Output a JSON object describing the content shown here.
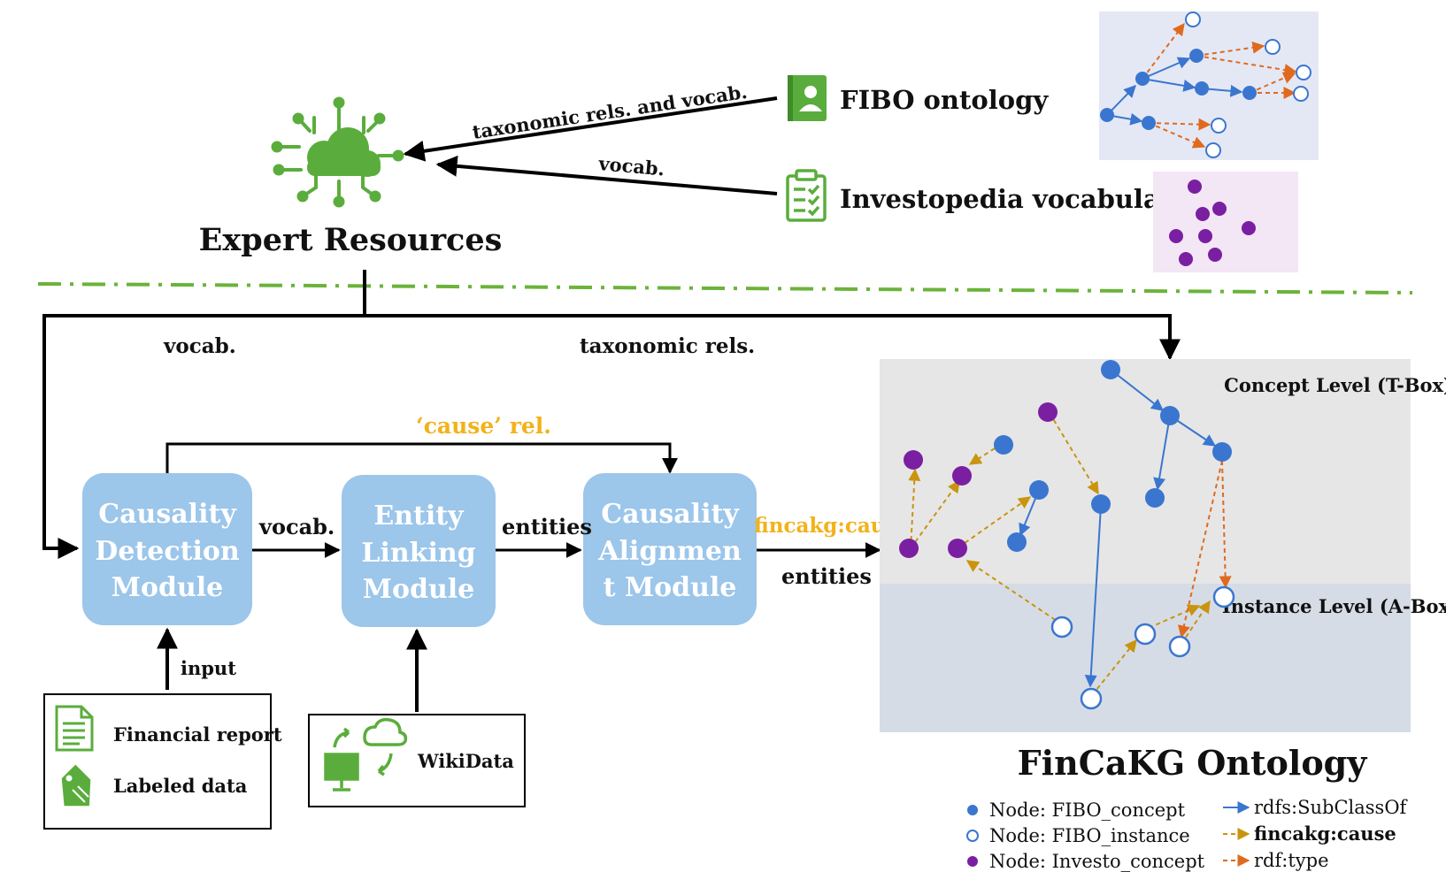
{
  "expert": {
    "title": "Expert Resources",
    "fibo_label": "FIBO ontology",
    "investo_label": "Investopedia vocabulary",
    "edge_taxonomic_vocab": "taxonomic rels. and vocab.",
    "edge_vocab": "vocab."
  },
  "flow": {
    "vocab_left": "vocab.",
    "taxonomic_right": "taxonomic rels.",
    "cause_rel": "‘cause’ rel.",
    "vocab_mid": "vocab.",
    "entities_mid": "entities",
    "fincakg_cause": "fincakg:cause",
    "entities_out": "entities",
    "input": "input"
  },
  "modules": {
    "causality_detection": [
      "Causality",
      "Detection",
      "Module"
    ],
    "entity_linking": [
      "Entity",
      "Linking",
      "Module"
    ],
    "causality_alignment": [
      "Causality",
      "Alignmen",
      "t Module"
    ]
  },
  "inputs": {
    "financial_report": "Financial report",
    "labeled_data": "Labeled data",
    "wikidata": "WikiData"
  },
  "ontology": {
    "title": "FinCaKG Ontology",
    "concept_level": "Concept Level (T-Box)",
    "instance_level": "Instance Level (A-Box)"
  },
  "legend": {
    "fibo_concept": "Node: FIBO_concept",
    "fibo_instance": "Node: FIBO_instance",
    "investo_concept": "Node: Investo_concept",
    "subclassof": "rdfs:SubClassOf",
    "cause": "fincakg:cause",
    "type": "rdf:type"
  },
  "colors": {
    "icon_green": "#5aad3c",
    "module_blue": "#9cc6ea",
    "node_blue": "#3a76cf",
    "node_purple": "#7a1fa2",
    "edge_gold": "#c9940e",
    "edge_orange": "#df6a1f",
    "label_gold": "#f2b21a",
    "divider_green": "#6bb33a",
    "concept_bg": "#e6e6e6",
    "instance_bg": "#d6dce6"
  }
}
